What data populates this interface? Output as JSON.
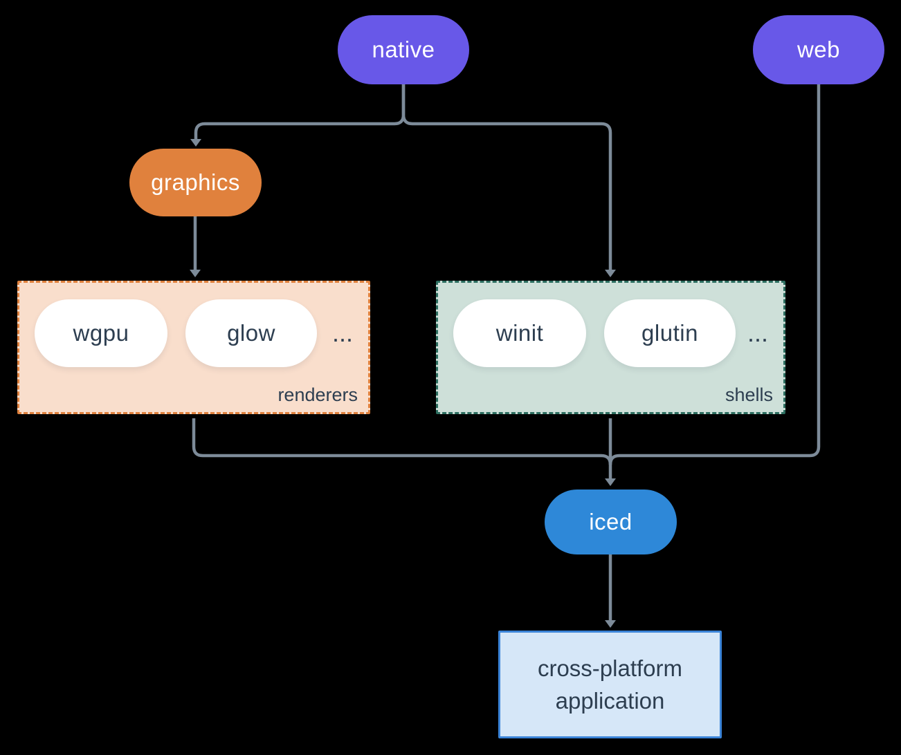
{
  "palette": {
    "background": "#000000",
    "connector_line": "#7d8b99",
    "purple_node": "#6858e8",
    "orange_node": "#e0813d",
    "blue_node": "#2e88d8",
    "renderers_fill": "#f9decc",
    "renderers_border": "#e0813d",
    "shells_fill": "#cee0d9",
    "shells_border": "#2c6e60",
    "app_fill": "#d6e7f8",
    "app_border": "#3b84d8",
    "dark_text": "#2d3e50",
    "light_text": "#ffffff"
  },
  "nodes": {
    "native": "native",
    "web": "web",
    "graphics": "graphics",
    "iced": "iced"
  },
  "groups": {
    "renderers": {
      "label": "renderers",
      "items": [
        "wgpu",
        "glow"
      ],
      "ellipsis": "..."
    },
    "shells": {
      "label": "shells",
      "items": [
        "winit",
        "glutin"
      ],
      "ellipsis": "..."
    }
  },
  "app": {
    "line1": "cross-platform",
    "line2": "application"
  }
}
